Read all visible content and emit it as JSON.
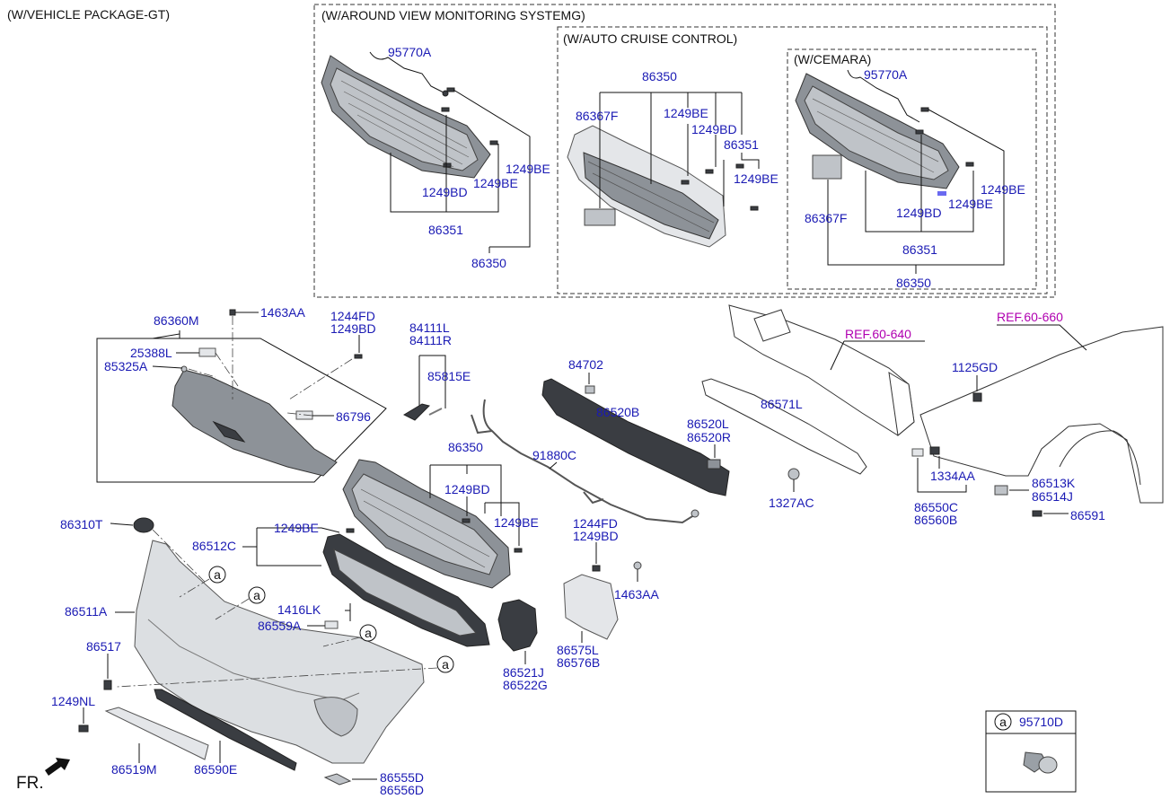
{
  "variant_header": "(W/VEHICLE PACKAGE-GT)",
  "boxes": {
    "around_view": "(W/AROUND VIEW MONITORING SYSTEMG)",
    "auto_cruise": "(W/AUTO CRUISE CONTROL)",
    "camera": "(W/CEMARA)"
  },
  "refs": {
    "ref_640": "REF.60-640",
    "ref_660": "REF.60-660"
  },
  "labels": {
    "av_95770A": "95770A",
    "av_1249BE": "1249BE",
    "av_1249BD": "1249BD",
    "av_1249BE_b": "1249BE",
    "av_86351": "86351",
    "av_86350": "86350",
    "ac_86350": "86350",
    "ac_86367F": "86367F",
    "ac_1249BE": "1249BE",
    "ac_1249BD": "1249BD",
    "ac_86351": "86351",
    "ac_1249BE_b": "1249BE",
    "cm_95770A": "95770A",
    "cm_1249BE": "1249BE",
    "cm_1249BD": "1249BD",
    "cm_1249BE_b": "1249BE",
    "cm_86367F": "86367F",
    "cm_86351": "86351",
    "cm_86350": "86350",
    "p86360M": "86360M",
    "p1463AA": "1463AA",
    "p1244FD": "1244FD",
    "p1249BD": "1249BD",
    "p25388L": "25388L",
    "p85325A": "85325A",
    "p86796": "86796",
    "p84111L": "84111L",
    "p84111R": "84111R",
    "p85815E": "85815E",
    "p84702": "84702",
    "p86520B": "86520B",
    "p86520L": "86520L",
    "p86520R": "86520R",
    "p86571L": "86571L",
    "p1327AC": "1327AC",
    "p1125GD": "1125GD",
    "p1334AA": "1334AA",
    "p86550C": "86550C",
    "p86560B": "86560B",
    "p86513K": "86513K",
    "p86514J": "86514J",
    "p86591": "86591",
    "p86350": "86350",
    "p1249BD_m": "1249BD",
    "p1249BE_m": "1249BE",
    "p91880C": "91880C",
    "p86310T": "86310T",
    "p1249BE_l": "1249BE",
    "p86512C": "86512C",
    "p1244FD_b": "1244FD",
    "p1249BD_b": "1249BD",
    "p1463AA_b": "1463AA",
    "p86511A": "86511A",
    "p1416LK": "1416LK",
    "p86559A": "86559A",
    "p86517": "86517",
    "p1249NL": "1249NL",
    "p86519M": "86519M",
    "p86590E": "86590E",
    "p86555D": "86555D",
    "p86556D": "86556D",
    "p86521J": "86521J",
    "p86522G": "86522G",
    "p86575L": "86575L",
    "p86576B": "86576B"
  },
  "circle_marks": {
    "a": "a"
  },
  "legend": {
    "mark": "a",
    "part": "95710D"
  },
  "direction": "FR."
}
